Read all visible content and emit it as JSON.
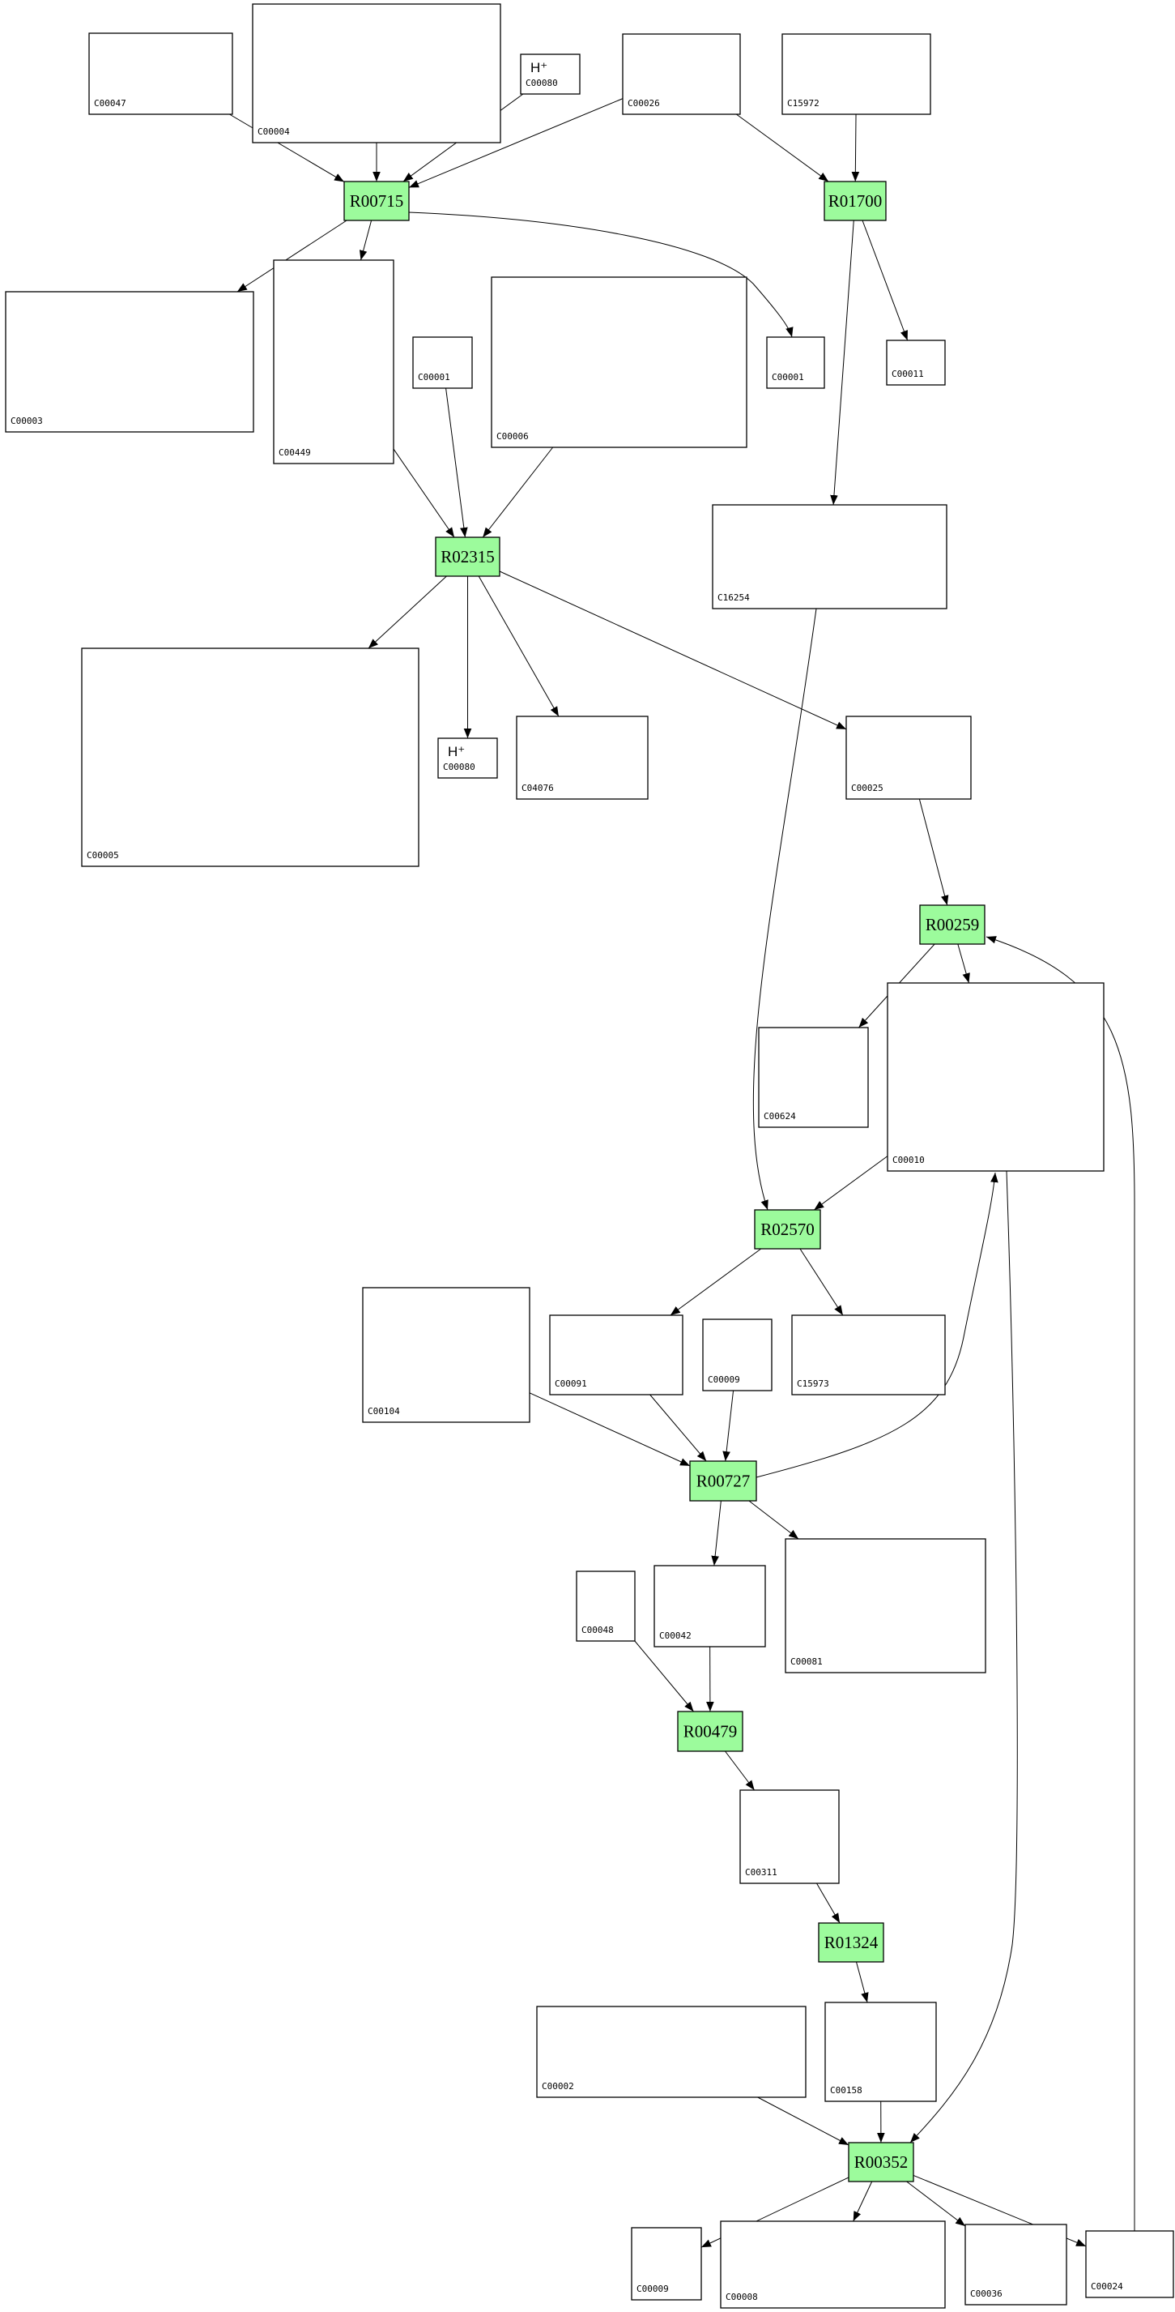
{
  "diagram": {
    "type": "metabolic-pathway",
    "colors": {
      "reaction_fill": "#9cfb9c",
      "compound_fill": "#ffffff",
      "stroke": "#000000"
    },
    "nodes": [
      {
        "label": "C00047",
        "kind": "compound"
      },
      {
        "label": "C00004",
        "kind": "compound"
      },
      {
        "label": "C00080",
        "kind": "compound",
        "formula": "H⁺"
      },
      {
        "label": "C00026",
        "kind": "compound"
      },
      {
        "label": "C15972",
        "kind": "compound"
      },
      {
        "label": "R00715",
        "kind": "reaction"
      },
      {
        "label": "R01700",
        "kind": "reaction"
      },
      {
        "label": "C00003",
        "kind": "compound"
      },
      {
        "label": "C00449",
        "kind": "compound"
      },
      {
        "label": "C00001",
        "kind": "compound"
      },
      {
        "label": "C00006",
        "kind": "compound"
      },
      {
        "label": "C00001",
        "kind": "compound"
      },
      {
        "label": "C00011",
        "kind": "compound"
      },
      {
        "label": "C16254",
        "kind": "compound"
      },
      {
        "label": "R02315",
        "kind": "reaction"
      },
      {
        "label": "C00005",
        "kind": "compound"
      },
      {
        "label": "C00080",
        "kind": "compound",
        "formula": "H⁺"
      },
      {
        "label": "C04076",
        "kind": "compound"
      },
      {
        "label": "C00025",
        "kind": "compound"
      },
      {
        "label": "R00259",
        "kind": "reaction"
      },
      {
        "label": "C00624",
        "kind": "compound"
      },
      {
        "label": "C00010",
        "kind": "compound"
      },
      {
        "label": "R02570",
        "kind": "reaction"
      },
      {
        "label": "C00104",
        "kind": "compound"
      },
      {
        "label": "C00091",
        "kind": "compound"
      },
      {
        "label": "C00009",
        "kind": "compound"
      },
      {
        "label": "C15973",
        "kind": "compound"
      },
      {
        "label": "R00727",
        "kind": "reaction"
      },
      {
        "label": "C00048",
        "kind": "compound"
      },
      {
        "label": "C00042",
        "kind": "compound"
      },
      {
        "label": "C00081",
        "kind": "compound"
      },
      {
        "label": "R00479",
        "kind": "reaction"
      },
      {
        "label": "C00311",
        "kind": "compound"
      },
      {
        "label": "R01324",
        "kind": "reaction"
      },
      {
        "label": "C00002",
        "kind": "compound"
      },
      {
        "label": "C00158",
        "kind": "compound"
      },
      {
        "label": "R00352",
        "kind": "reaction"
      },
      {
        "label": "C00009",
        "kind": "compound"
      },
      {
        "label": "C00008",
        "kind": "compound"
      },
      {
        "label": "C00036",
        "kind": "compound"
      },
      {
        "label": "C00024",
        "kind": "compound"
      }
    ],
    "edges": [
      [
        0,
        5
      ],
      [
        1,
        5
      ],
      [
        2,
        5
      ],
      [
        3,
        5
      ],
      [
        3,
        6
      ],
      [
        4,
        6
      ],
      [
        5,
        7
      ],
      [
        5,
        8
      ],
      [
        5,
        11
      ],
      [
        6,
        12
      ],
      [
        6,
        13
      ],
      [
        8,
        14
      ],
      [
        9,
        14
      ],
      [
        10,
        14
      ],
      [
        14,
        15
      ],
      [
        14,
        16
      ],
      [
        14,
        17
      ],
      [
        14,
        18
      ],
      [
        18,
        19
      ],
      [
        19,
        20
      ],
      [
        19,
        21
      ],
      [
        13,
        22
      ],
      [
        21,
        22
      ],
      [
        22,
        24
      ],
      [
        22,
        26
      ],
      [
        23,
        27
      ],
      [
        24,
        27
      ],
      [
        25,
        27
      ],
      [
        27,
        21
      ],
      [
        27,
        29
      ],
      [
        27,
        30
      ],
      [
        28,
        31
      ],
      [
        29,
        31
      ],
      [
        31,
        32
      ],
      [
        32,
        33
      ],
      [
        33,
        35
      ],
      [
        34,
        36
      ],
      [
        35,
        36
      ],
      [
        21,
        36
      ],
      [
        36,
        37
      ],
      [
        36,
        38
      ],
      [
        36,
        39
      ],
      [
        36,
        40
      ],
      [
        40,
        19
      ]
    ]
  }
}
